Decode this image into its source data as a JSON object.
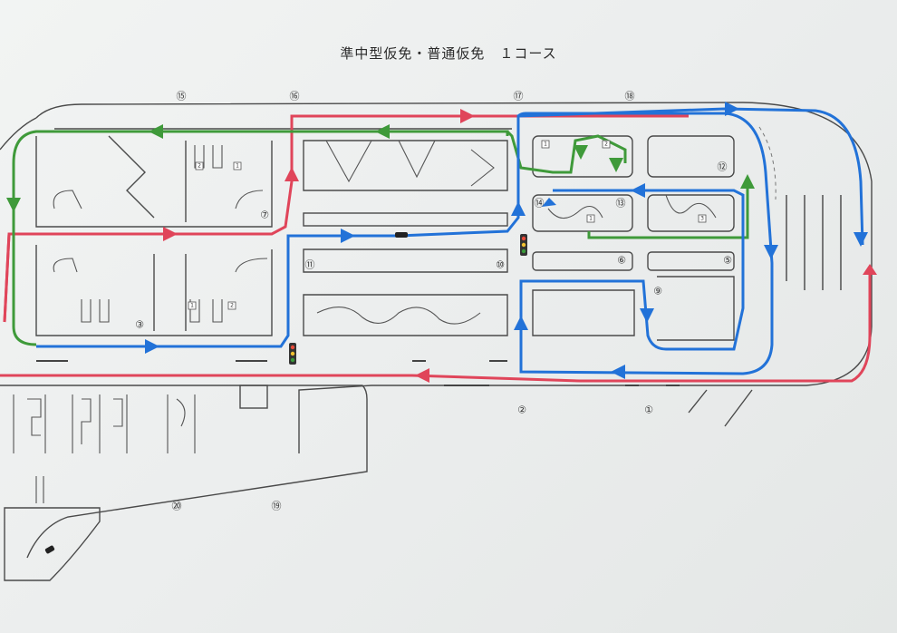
{
  "title": "準中型仮免・普通仮免　１コース",
  "route_colors": {
    "red": "#e0455a",
    "green": "#3f9a3a",
    "blue": "#2272d8"
  },
  "points": {
    "p1": "①",
    "p2": "②",
    "p3": "③",
    "p5": "⑤",
    "p6": "⑥",
    "p7": "⑦",
    "p9": "⑨",
    "p10": "⑩",
    "p11": "⑪",
    "p12": "⑫",
    "p13": "⑬",
    "p14": "⑭",
    "p15": "⑮",
    "p16": "⑯",
    "p17": "⑰",
    "p18": "⑱",
    "p19": "⑲",
    "p20": "⑳"
  },
  "box_labels": {
    "b1": "1",
    "b2": "2",
    "b3": "3"
  }
}
